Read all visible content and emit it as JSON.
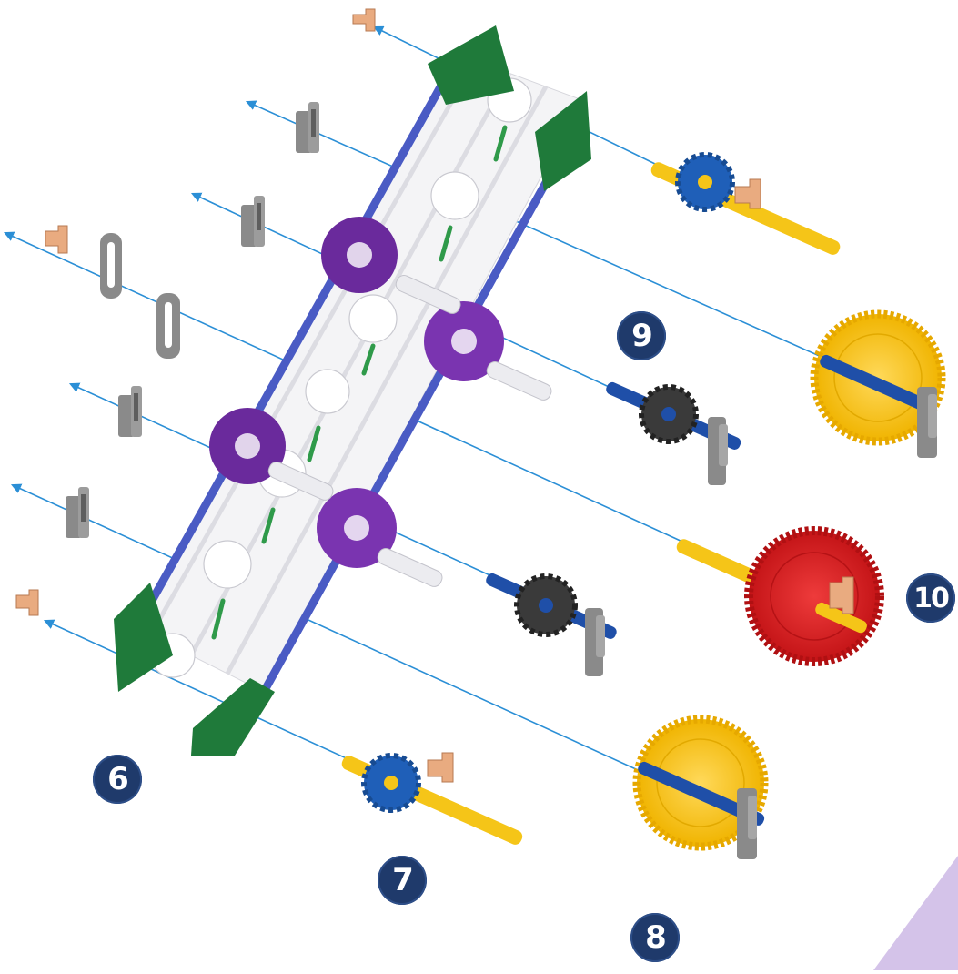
{
  "diagram": {
    "colors": {
      "guide_line": "#2b8fd6",
      "frame_rod": "#4a5bc4",
      "connector_green": "#1f7a3a",
      "connector_purple": "#6a2a9c",
      "connector_white": "#f2f2f2",
      "clip_gray": "#8a8a8a",
      "clip_tan": "#e9ab80",
      "rod_yellow": "#f5c518",
      "rod_blue": "#1f4fa8",
      "gear_blue": "#1f5fb8",
      "gear_dark": "#3a3a3a",
      "gear_yellow": "#f6c21a",
      "gear_red": "#d41e20",
      "badge_bg": "#1f3a6b"
    },
    "steps": [
      {
        "label": "6",
        "part": "frame-assembly"
      },
      {
        "label": "7",
        "part": "small-blue-gear-on-yellow-rod"
      },
      {
        "label": "8",
        "part": "large-yellow-gear-on-blue-rod"
      },
      {
        "label": "9",
        "part": "small-black-gear-on-blue-rod"
      },
      {
        "label": "10",
        "part": "large-red-gear-on-yellow-rod"
      }
    ]
  }
}
